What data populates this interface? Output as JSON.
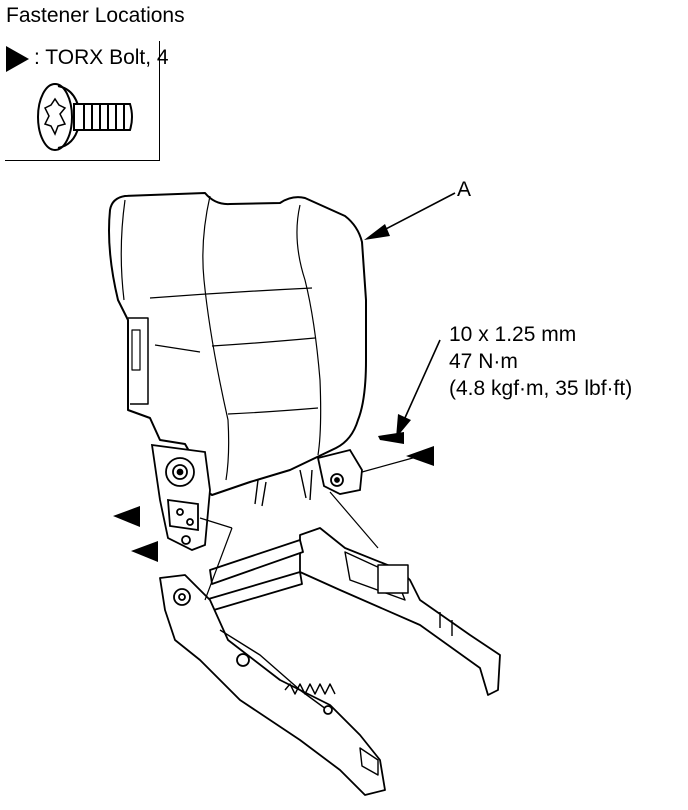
{
  "title": "Fastener Locations",
  "legend": {
    "label": ": TORX Bolt, 4",
    "marker_icon": "filled-triangle-arrow",
    "bolt_icon": "torx-bolt-icon"
  },
  "callout": {
    "letter": "A"
  },
  "spec": {
    "size": "10 x 1.25 mm",
    "torque_nm": "47 N·m",
    "torque_alt": "(4.8 kgf·m, 35 lbf·ft)"
  }
}
